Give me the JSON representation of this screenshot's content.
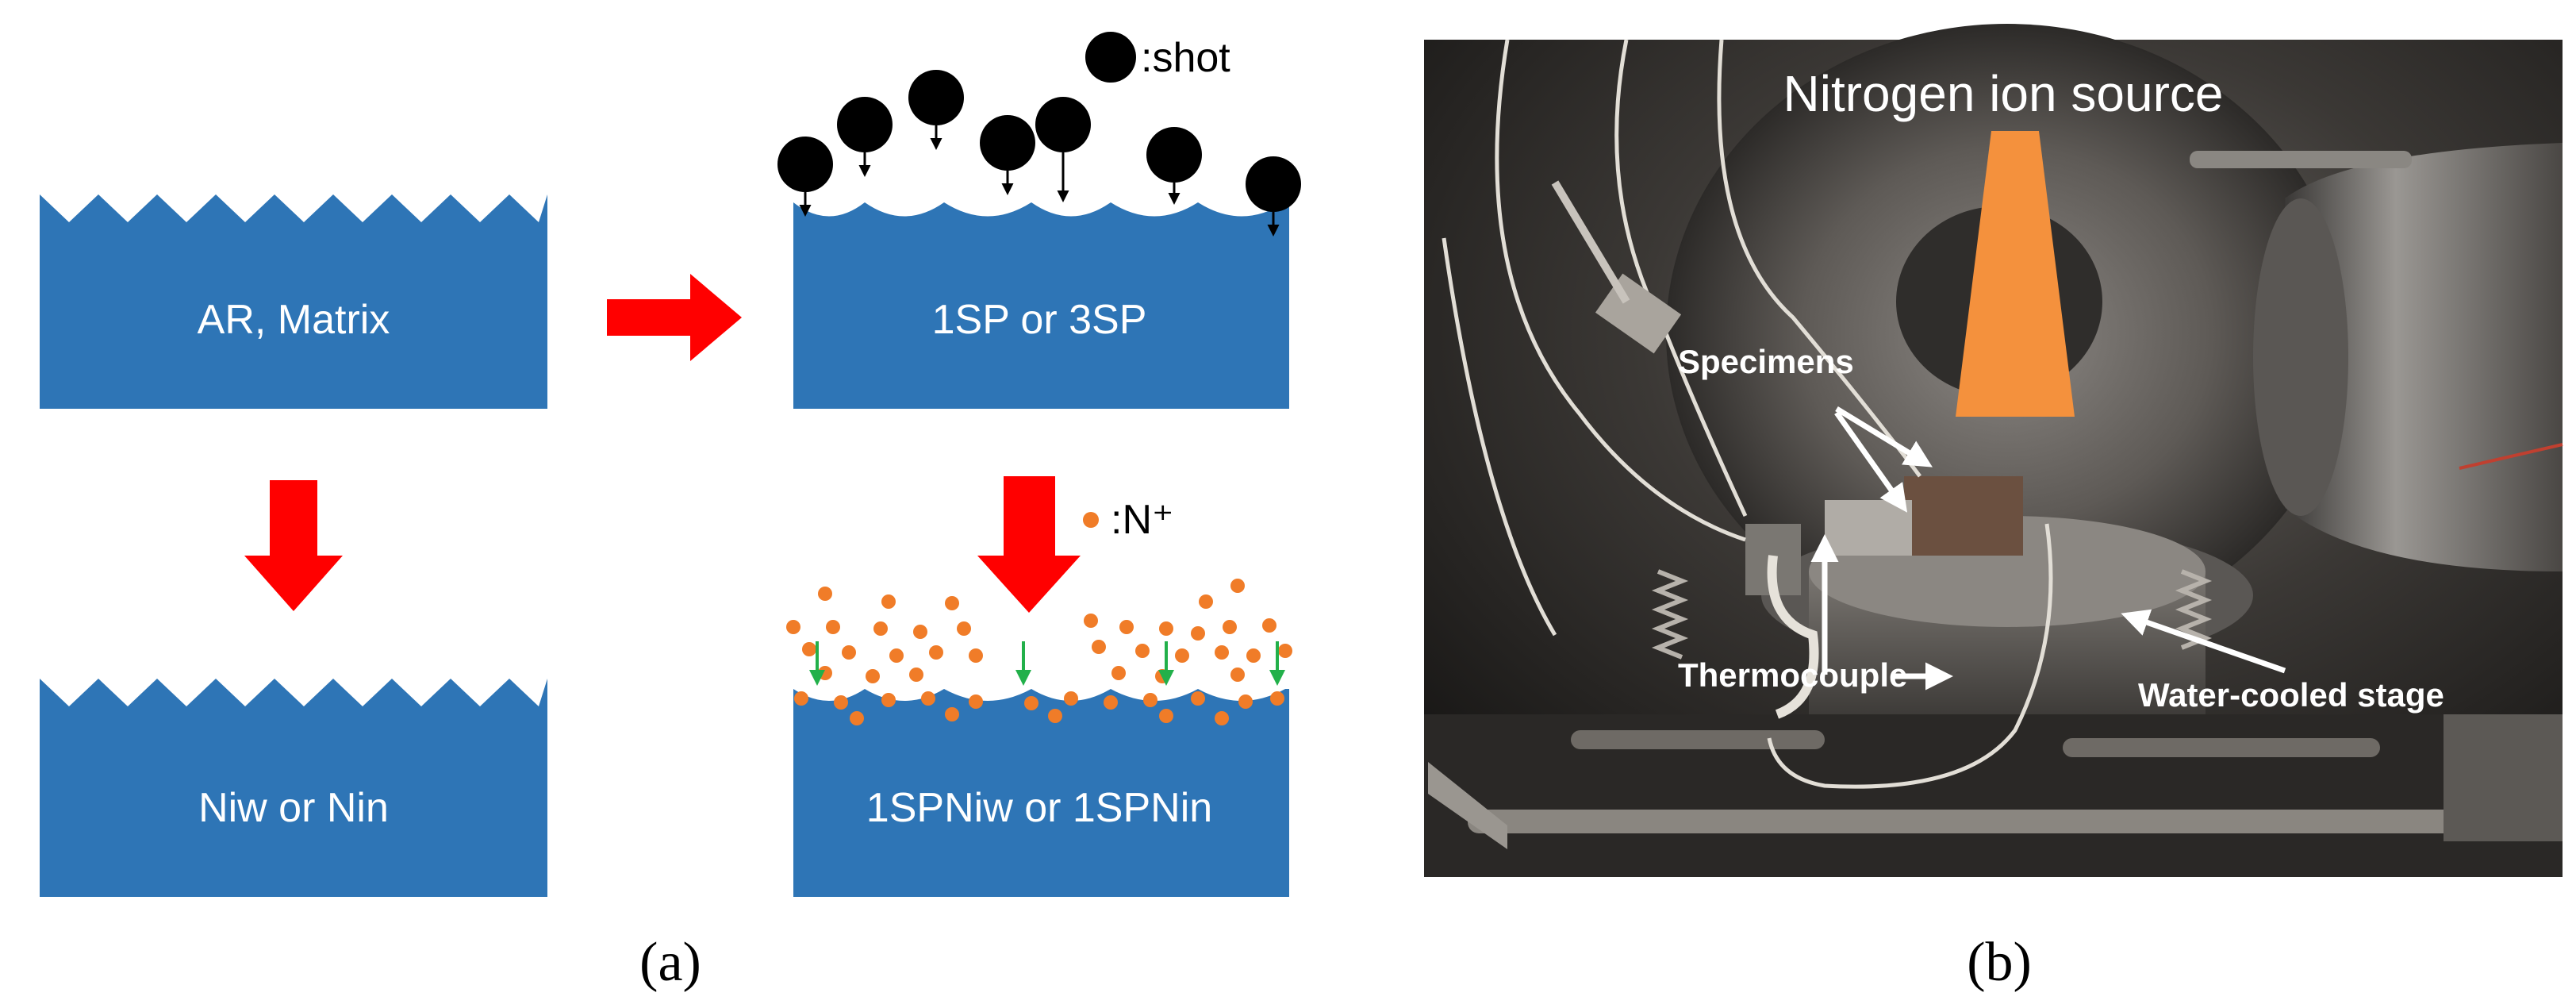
{
  "colors": {
    "slab": "#2e75b6",
    "arrow": "#ff0000",
    "shot": "#000000",
    "ion": "#f07c28",
    "ion_arrow": "#22b04a",
    "source": "#f4913d"
  },
  "panel_a": {
    "slabs": {
      "ar": "AR, Matrix",
      "sp": "1SP or 3SP",
      "ni": "Niw or Nin",
      "spni": "1SPNiw or 1SPNin"
    },
    "legend": {
      "shot": ":shot",
      "ion": ":N⁺"
    },
    "caption": "(a)"
  },
  "panel_b": {
    "title": "Nitrogen ion source",
    "labels": {
      "specimens": "Specimens",
      "thermocouple": "Thermocouple",
      "stage": "Water-cooled stage"
    },
    "caption": "(b)"
  }
}
